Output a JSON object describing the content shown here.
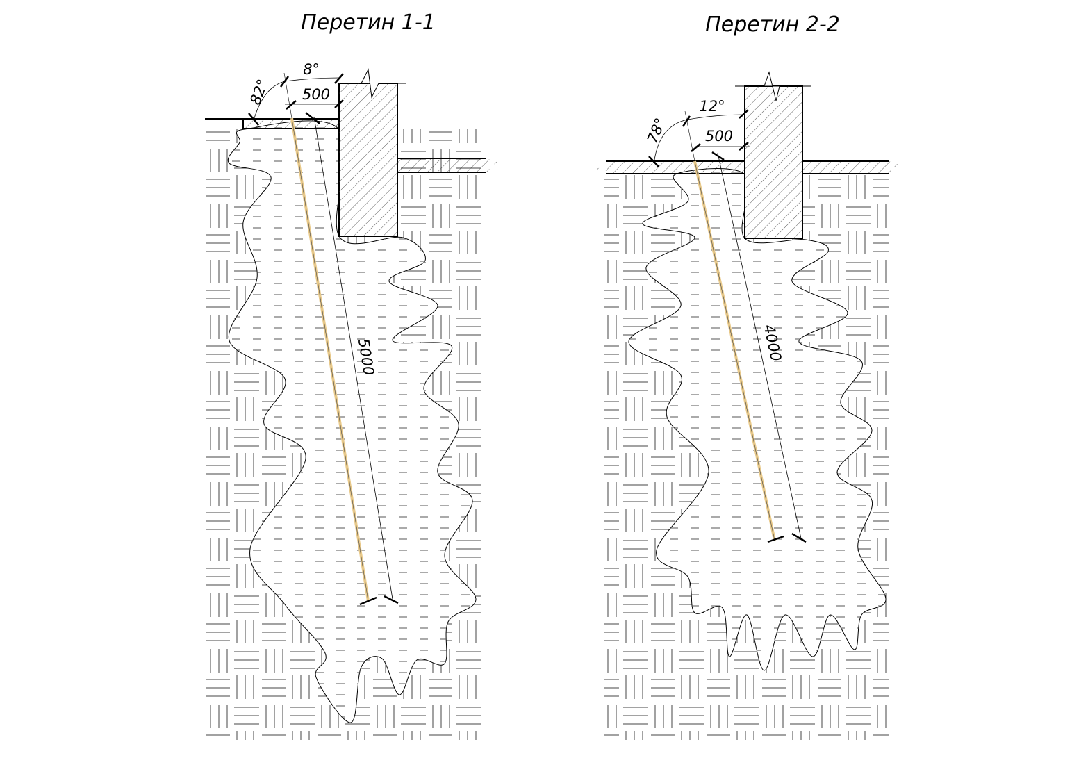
{
  "sections": [
    {
      "title": "Перетин 1-1",
      "angle_outer": "82°",
      "angle_inner": "8°",
      "offset": "500",
      "length": "5000"
    },
    {
      "title": "Перетин 2-2",
      "angle_outer": "78°",
      "angle_inner": "12°",
      "offset": "500",
      "length": "4000"
    }
  ],
  "colors": {
    "line": "#000000",
    "rod": "#e8c98a",
    "soil": "#555555"
  }
}
